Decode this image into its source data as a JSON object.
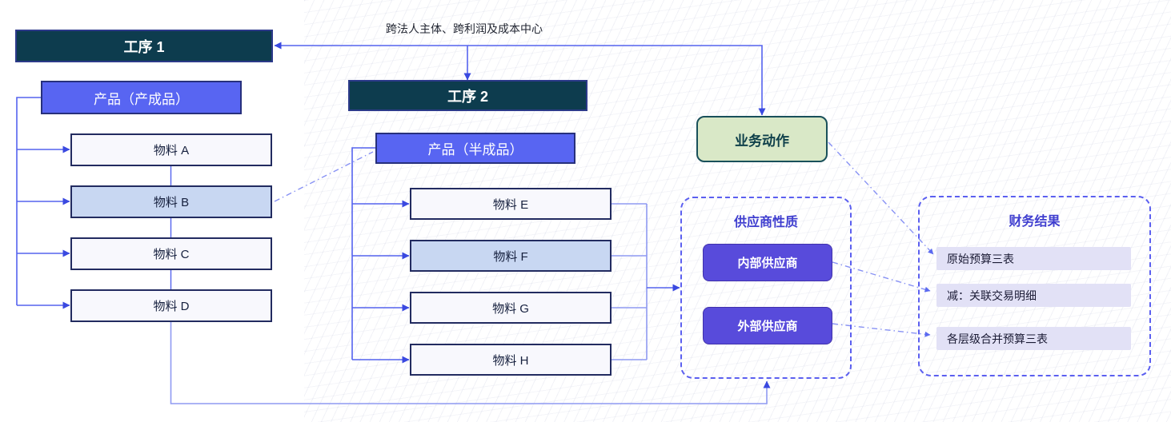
{
  "top_label": "跨法人主体、跨利润及成本中心",
  "process1": "工序 1",
  "process2": "工序 2",
  "left_group": {
    "product": "产品（产成品）",
    "materials": [
      "物料 A",
      "物料 B",
      "物料 C",
      "物料 D"
    ],
    "highlighted": "物料 B"
  },
  "mid_group": {
    "product": "产品（半成品）",
    "materials": [
      "物料 E",
      "物料 F",
      "物料 G",
      "物料 H"
    ],
    "highlighted": "物料 F"
  },
  "business_action": "业务动作",
  "supplier_panel": {
    "title": "供应商性质",
    "items": [
      "内部供应商",
      "外部供应商"
    ]
  },
  "finance_panel": {
    "title": "财务结果",
    "rows": [
      "原始预算三表",
      "减：关联交易明细",
      "各层级合并预算三表"
    ]
  },
  "colors": {
    "process_bg": "#0d3c4e",
    "product_bg": "#5865f2",
    "material_bg": "#f8f8fd",
    "material_highlight_bg": "#c8d7f2",
    "supplier_item_bg": "#584bdb",
    "business_action_bg": "#d9e8c7",
    "business_action_border": "#19505a",
    "panel_dashed_border": "#5b5ff0",
    "panel_title_color": "#3f3ecf",
    "finance_row_bg": "#e2e1f6",
    "connector": "#5563ee",
    "connector_light": "#8f9af2",
    "arrow": "#3a49e0"
  }
}
